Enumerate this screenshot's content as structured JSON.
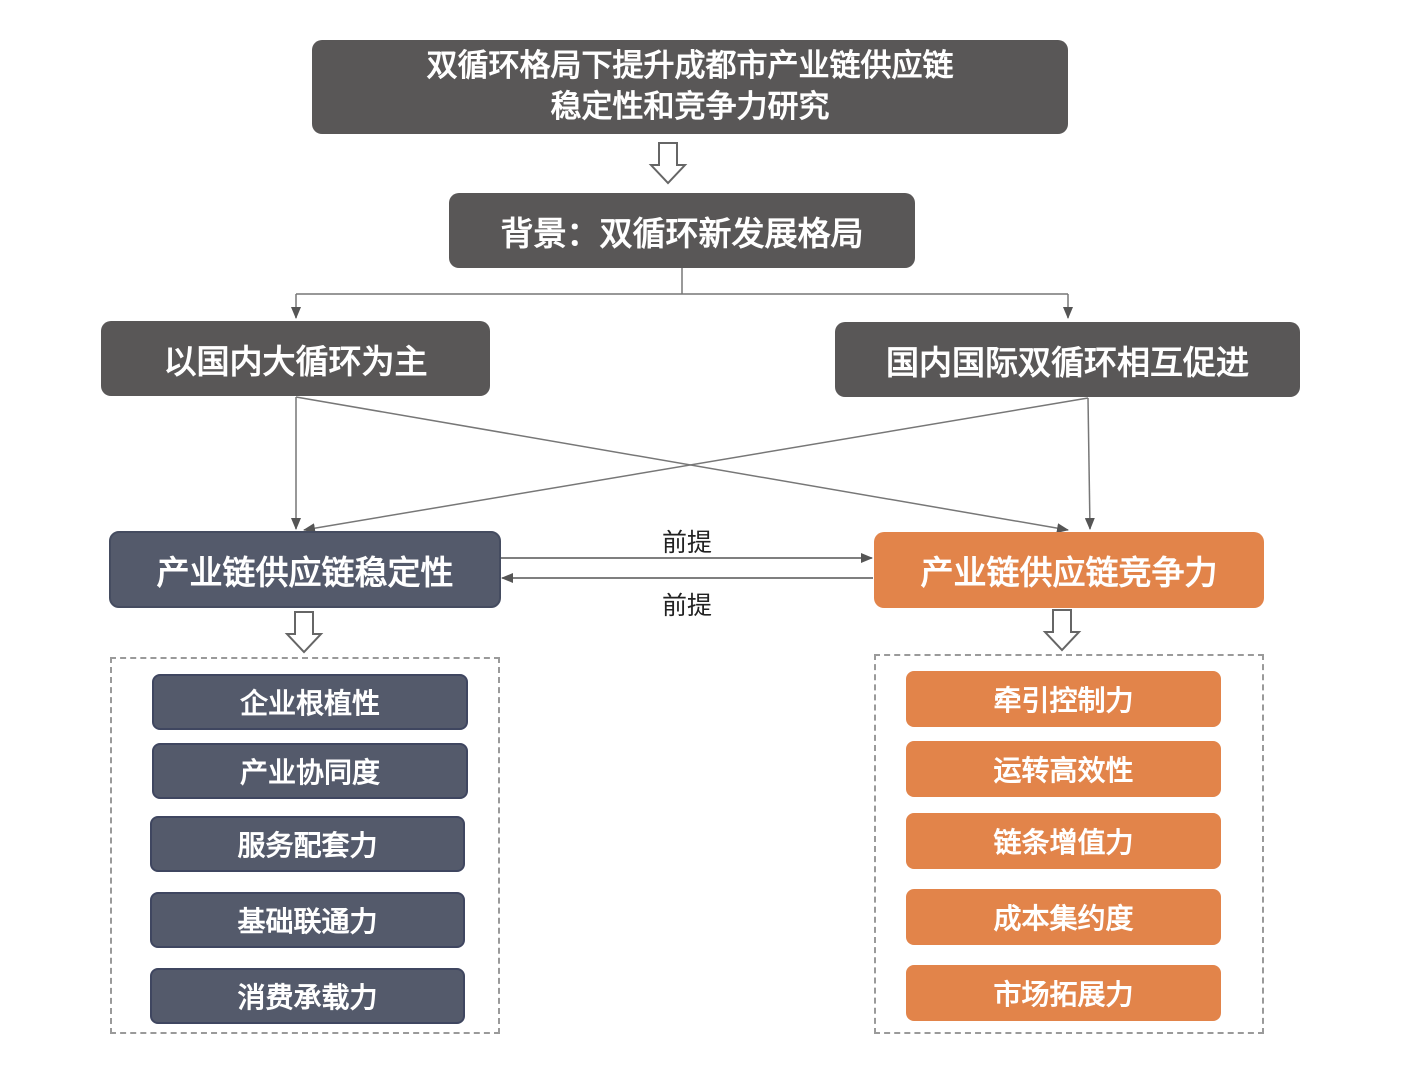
{
  "title": {
    "line1": "双循环格局下提升成都市产业链供应链",
    "line2": "稳定性和竞争力研究"
  },
  "background": {
    "label": "背景：双循环新发展格局"
  },
  "left_driver": {
    "label": "以国内大循环为主"
  },
  "right_driver": {
    "label": "国内国际双循环相互促进"
  },
  "stability": {
    "label": "产业链供应链稳定性",
    "items": [
      "企业根植性",
      "产业协同度",
      "服务配套力",
      "基础联通力",
      "消费承载力"
    ]
  },
  "competitiveness": {
    "label": "产业链供应链竞争力",
    "items": [
      "牵引控制力",
      "运转高效性",
      "链条增值力",
      "成本集约度",
      "市场拓展力"
    ]
  },
  "links": {
    "top_label": "前提",
    "bottom_label": "前提"
  },
  "colors": {
    "dark": "#595757",
    "slate": "#545a6b",
    "orange": "#e2844a"
  }
}
